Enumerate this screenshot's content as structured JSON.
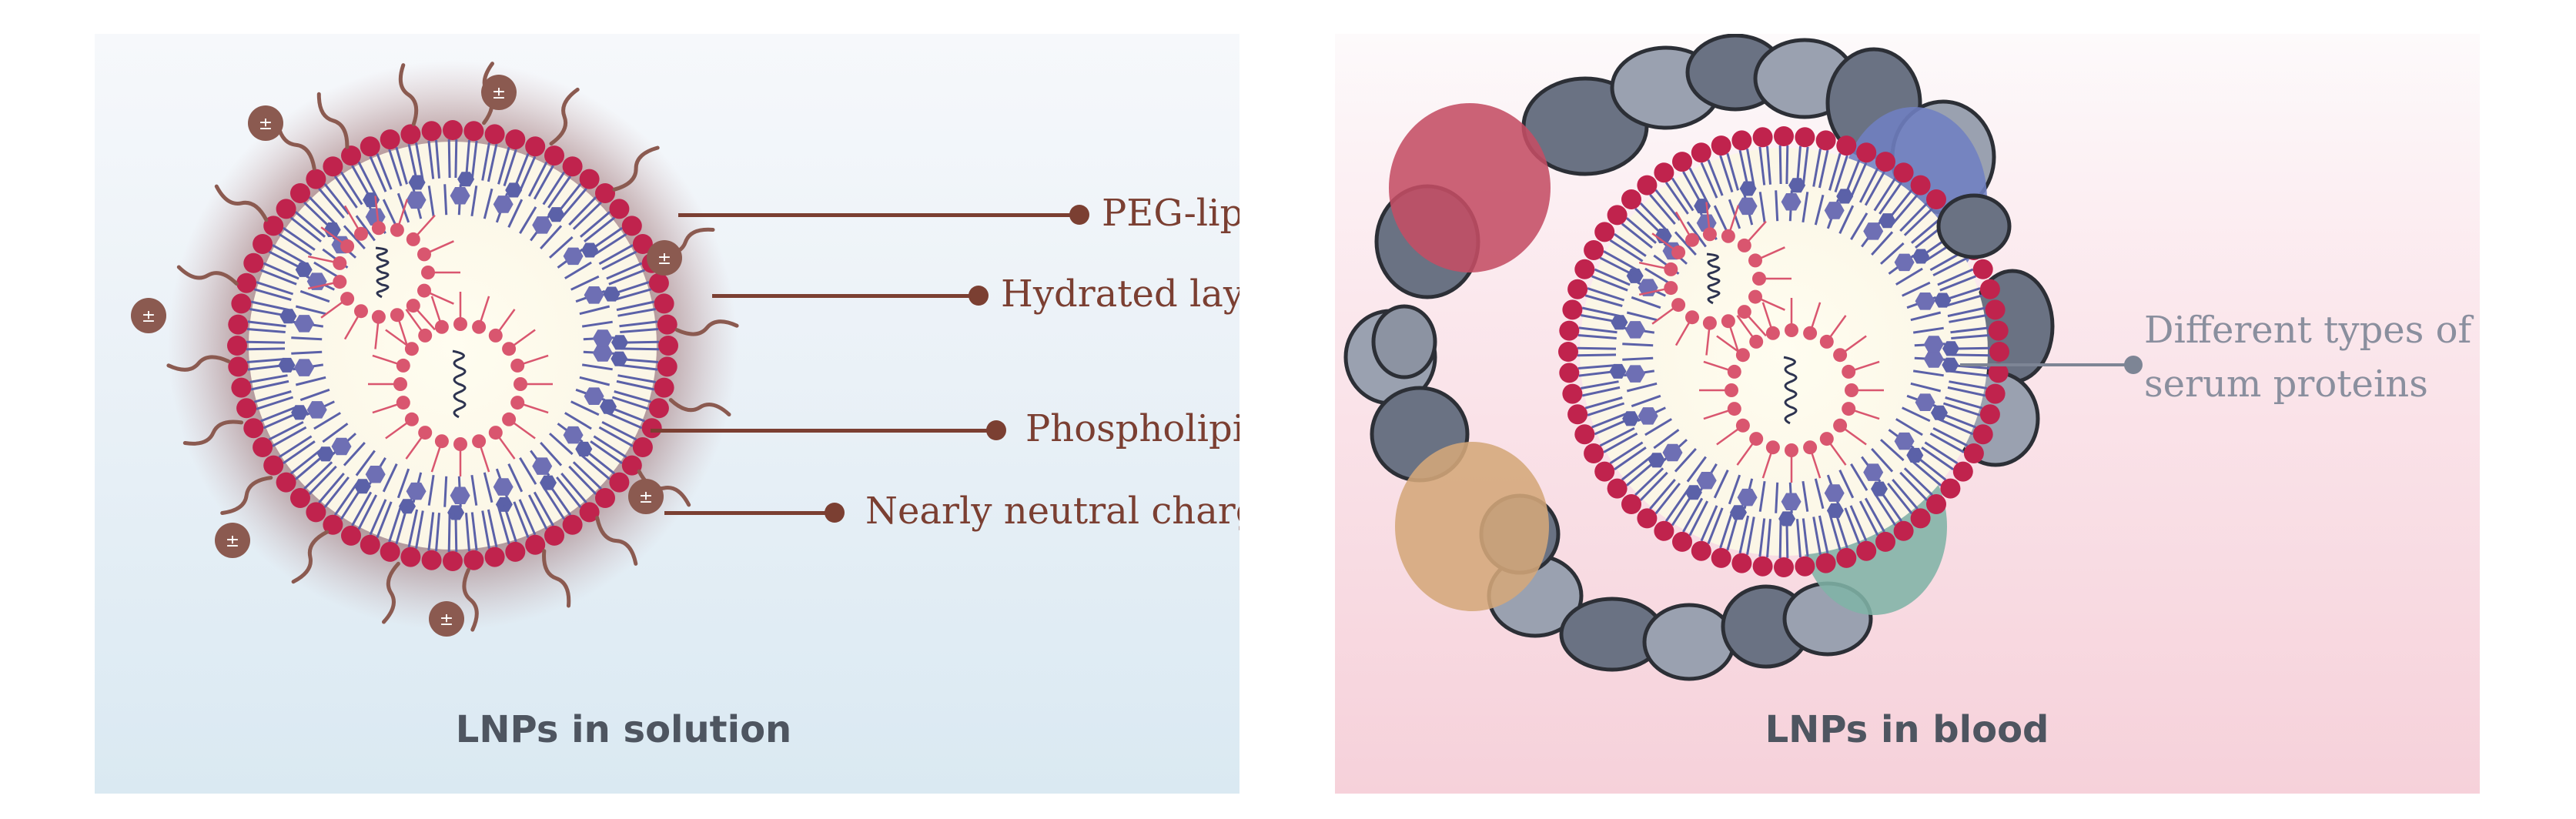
{
  "left_panel": {
    "caption": "LNPs in solution",
    "labels": {
      "peg_lipid": "PEG-lipid",
      "hydrated_layer": "Hydrated layer",
      "phospholipid": "Phospholipid",
      "neutral_charge": "Nearly neutral charge"
    },
    "charge_symbol": "±"
  },
  "right_panel": {
    "caption": "LNPs in blood",
    "label_line1": "Different types of",
    "label_line2": "serum proteins"
  },
  "colors": {
    "head_group": "#c0234d",
    "tail": "#5b61a8",
    "cholesterol": "#6e6fb4",
    "inner_lipid": "#d9566f",
    "peg": "#8b5a50",
    "charge_badge": "#8b5a50",
    "label_text": "#7b3f32",
    "protein_grey": "#7d8595",
    "protein_red": "#c44d64",
    "protein_blue": "#6f7fc2",
    "protein_tan": "#d4a77a",
    "protein_teal": "#7fb3a6"
  }
}
